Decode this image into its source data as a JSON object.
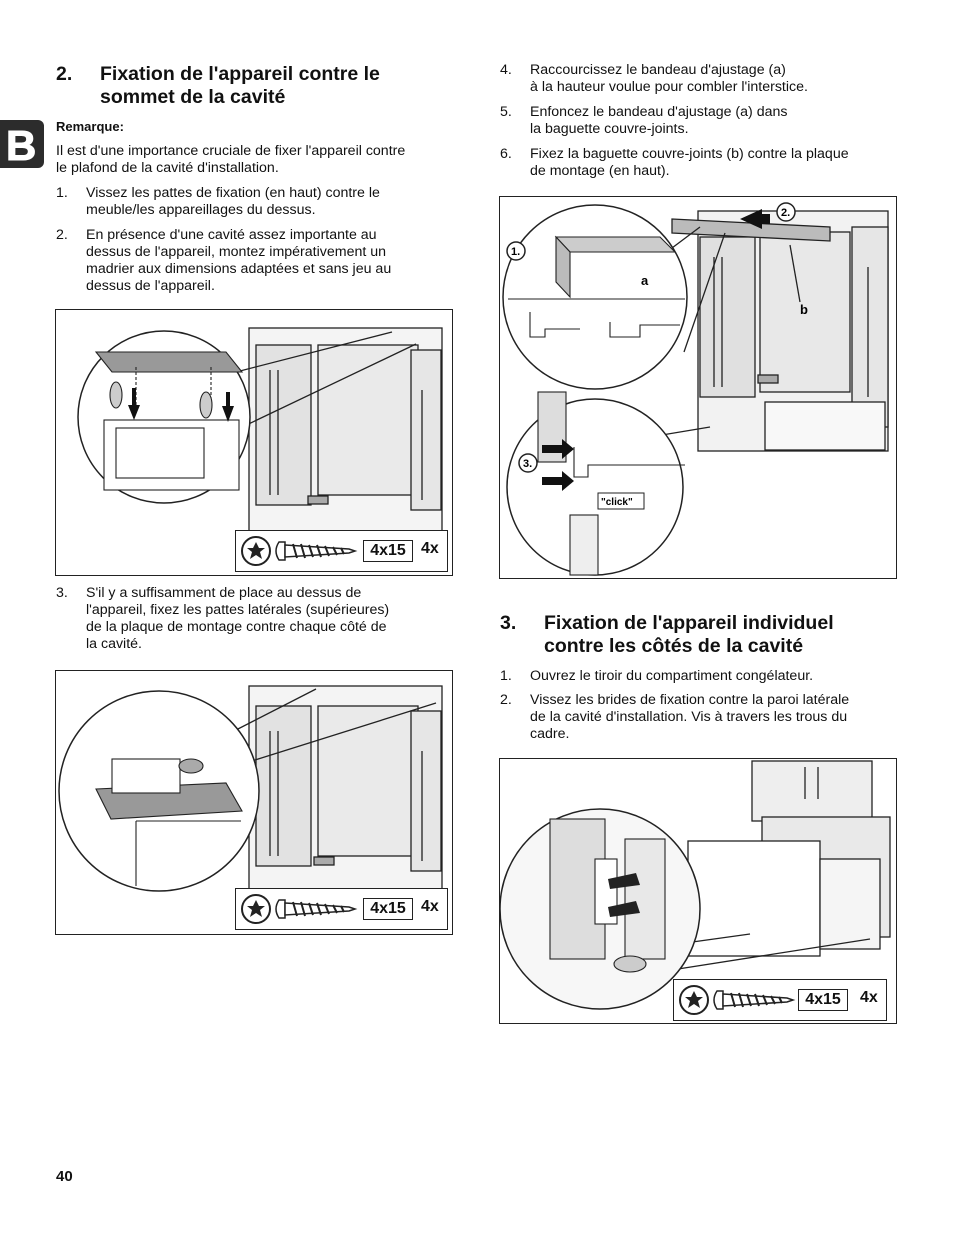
{
  "tab_letter": "B",
  "section2": {
    "num": "2.",
    "title_line1": "Fixation de l'appareil contre le",
    "title_line2": "sommet de la cavité",
    "note_label": "Remarque:",
    "note_line1": "Il est d'une importance cruciale de fixer l'appareil contre",
    "note_line2": "le plafond de la cavité d'installation.",
    "steps": [
      {
        "n": "1.",
        "lines": [
          "Vissez les pattes de fixation (en haut) contre le",
          "meuble/les appareillages du dessus."
        ]
      },
      {
        "n": "2.",
        "lines": [
          "En présence d'une cavité assez importante au",
          "dessus de l'appareil, montez impérativement un",
          "madrier aux dimensions adaptées et sans jeu au",
          "dessus de l'appareil."
        ]
      },
      {
        "n": "3.",
        "lines": [
          "S'il y a suffisamment de place au dessus de",
          "l'appareil, fixez les pattes latérales (supérieures)",
          "de la plaque de montage contre chaque côté de",
          "la cavité."
        ]
      }
    ],
    "right_steps": [
      {
        "n": "4.",
        "lines": [
          "Raccourcissez le bandeau d'ajustage (a)",
          "à la hauteur voulue pour combler l'interstice."
        ]
      },
      {
        "n": "5.",
        "lines": [
          "Enfoncez le bandeau d'ajustage (a) dans",
          "la baguette couvre-joints."
        ]
      },
      {
        "n": "6.",
        "lines": [
          "Fixez la baguette couvre-joints (b) contre la plaque",
          "de montage (en haut)."
        ]
      }
    ]
  },
  "section3": {
    "num": "3.",
    "title_line1": "Fixation de l'appareil individuel",
    "title_line2": "contre les côtés de la cavité",
    "steps": [
      {
        "n": "1.",
        "lines": [
          "Ouvrez le tiroir du compartiment congélateur."
        ]
      },
      {
        "n": "2.",
        "lines": [
          "Vissez les brides de fixation contre la paroi latérale",
          "de la cavité d'installation. Vis à travers les trous du",
          "cadre."
        ]
      }
    ]
  },
  "screw_spec": {
    "size": "4x15",
    "count": "4x"
  },
  "figure_labels": {
    "a": "a",
    "b": "b",
    "step1": "1.",
    "step2": "2.",
    "step3": "3.",
    "click": "\"click\""
  },
  "page_number": "40"
}
